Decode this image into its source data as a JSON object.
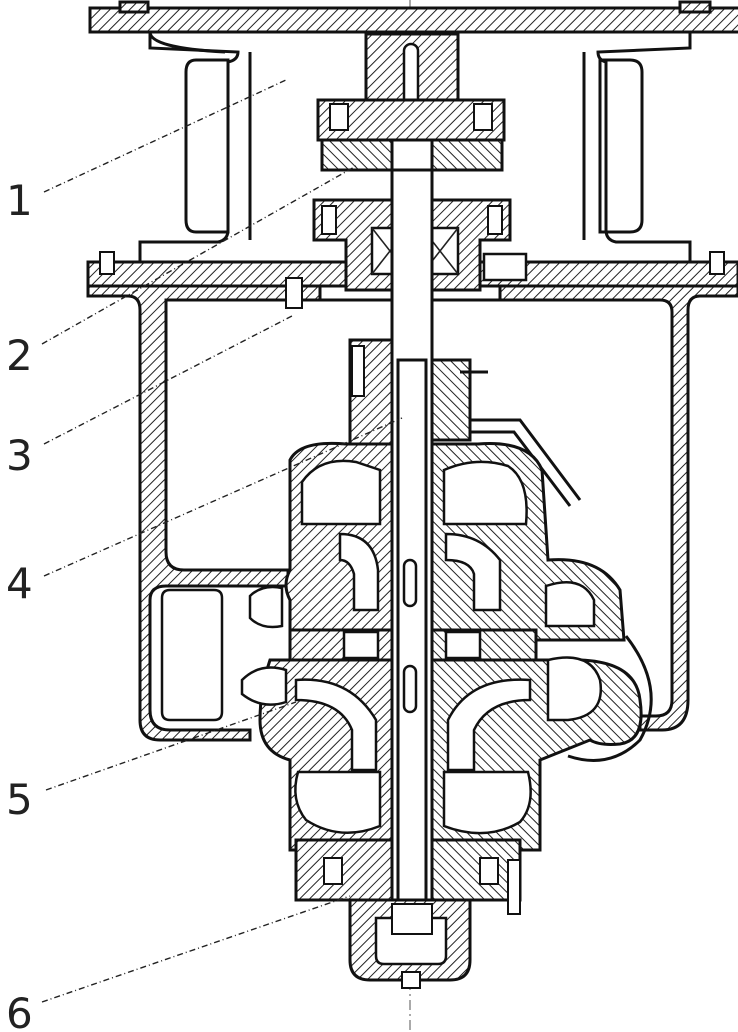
{
  "callouts": [
    {
      "id": "1",
      "label": "1"
    },
    {
      "id": "2",
      "label": "2"
    },
    {
      "id": "3",
      "label": "3"
    },
    {
      "id": "4",
      "label": "4"
    },
    {
      "id": "5",
      "label": "5"
    },
    {
      "id": "6",
      "label": "6"
    }
  ],
  "colors": {
    "ink": "#111111",
    "background": "#ffffff"
  }
}
